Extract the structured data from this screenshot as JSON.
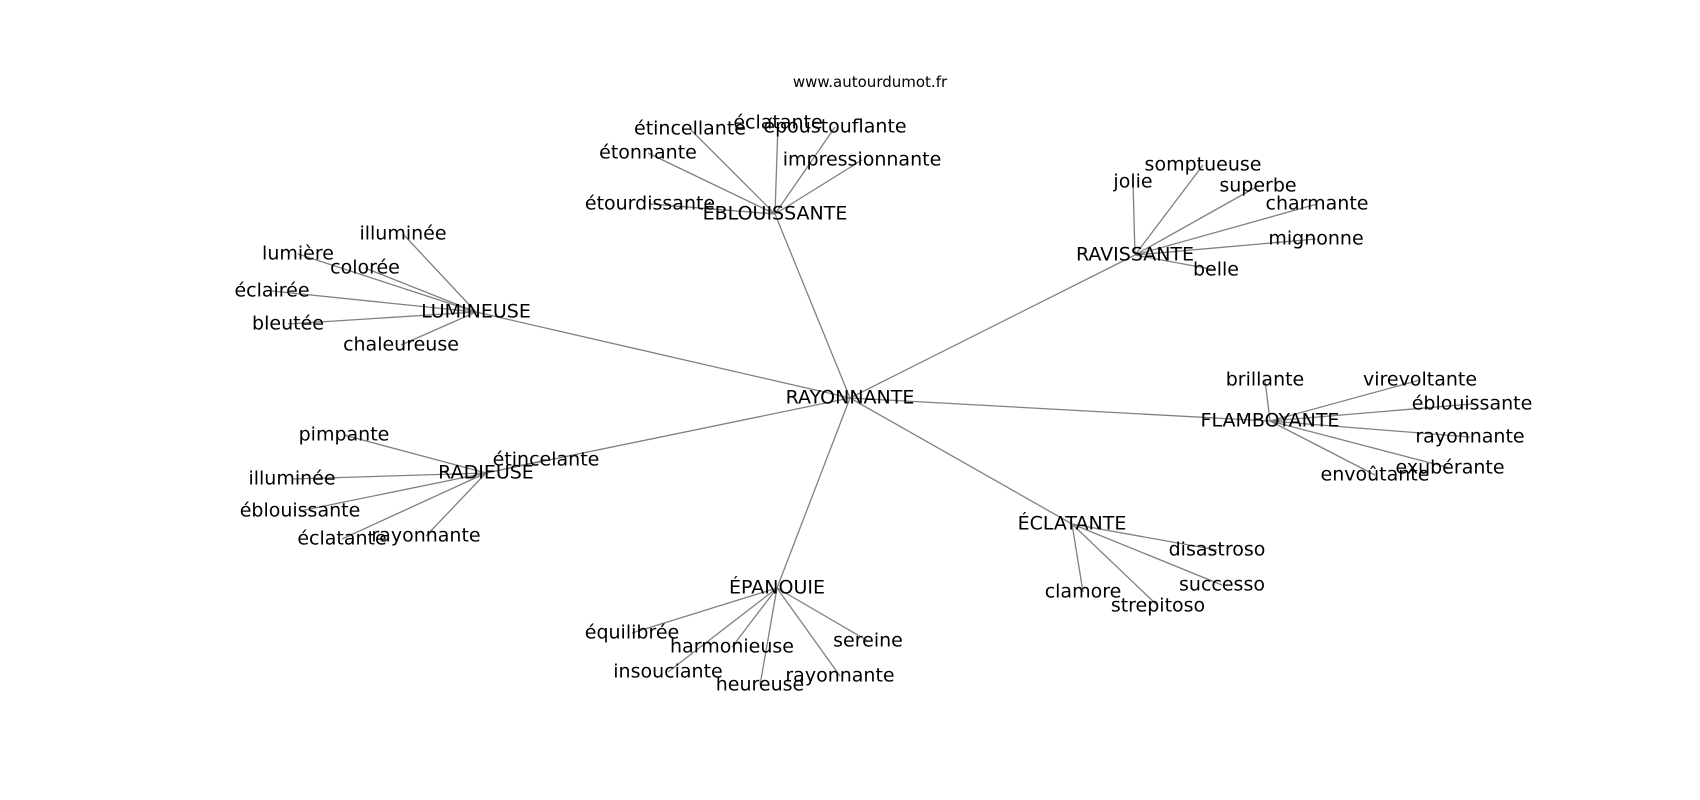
{
  "source": "www.autourdumot.fr",
  "colors": {
    "edge": "#808080",
    "text": "#000000",
    "background": "#ffffff"
  },
  "center": "RAYONNANTE",
  "clusters": [
    {
      "id": "eblouissante",
      "label": "ÉBLOUISSANTE",
      "leaves": [
        "étincellante",
        "éclatante",
        "époustouflante",
        "étonnante",
        "impressionnante",
        "étourdissante"
      ]
    },
    {
      "id": "ravissante",
      "label": "RAVISSANTE",
      "leaves": [
        "jolie",
        "somptueuse",
        "superbe",
        "charmante",
        "mignonne",
        "belle"
      ]
    },
    {
      "id": "lumineuse",
      "label": "LUMINEUSE",
      "leaves": [
        "illuminée",
        "lumière",
        "colorée",
        "éclairée",
        "bleutée",
        "chaleureuse"
      ]
    },
    {
      "id": "flamboyante",
      "label": "FLAMBOYANTE",
      "leaves": [
        "brillante",
        "virevoltante",
        "éblouissante",
        "rayonnante",
        "exubérante",
        "envoûtante"
      ]
    },
    {
      "id": "radieuse",
      "label": "RADIEUSE",
      "leaves": [
        "pimpante",
        "étincelante",
        "illuminée",
        "éblouissante",
        "éclatante",
        "rayonnante"
      ]
    },
    {
      "id": "eclatante",
      "label": "ÉCLATANTE",
      "leaves": [
        "disastroso",
        "successo",
        "clamore",
        "strepitoso"
      ]
    },
    {
      "id": "epanouie",
      "label": "ÉPANOUIE",
      "leaves": [
        "équilibrée",
        "harmonieuse",
        "sereine",
        "insouciante",
        "heureuse",
        "rayonnante"
      ]
    }
  ]
}
